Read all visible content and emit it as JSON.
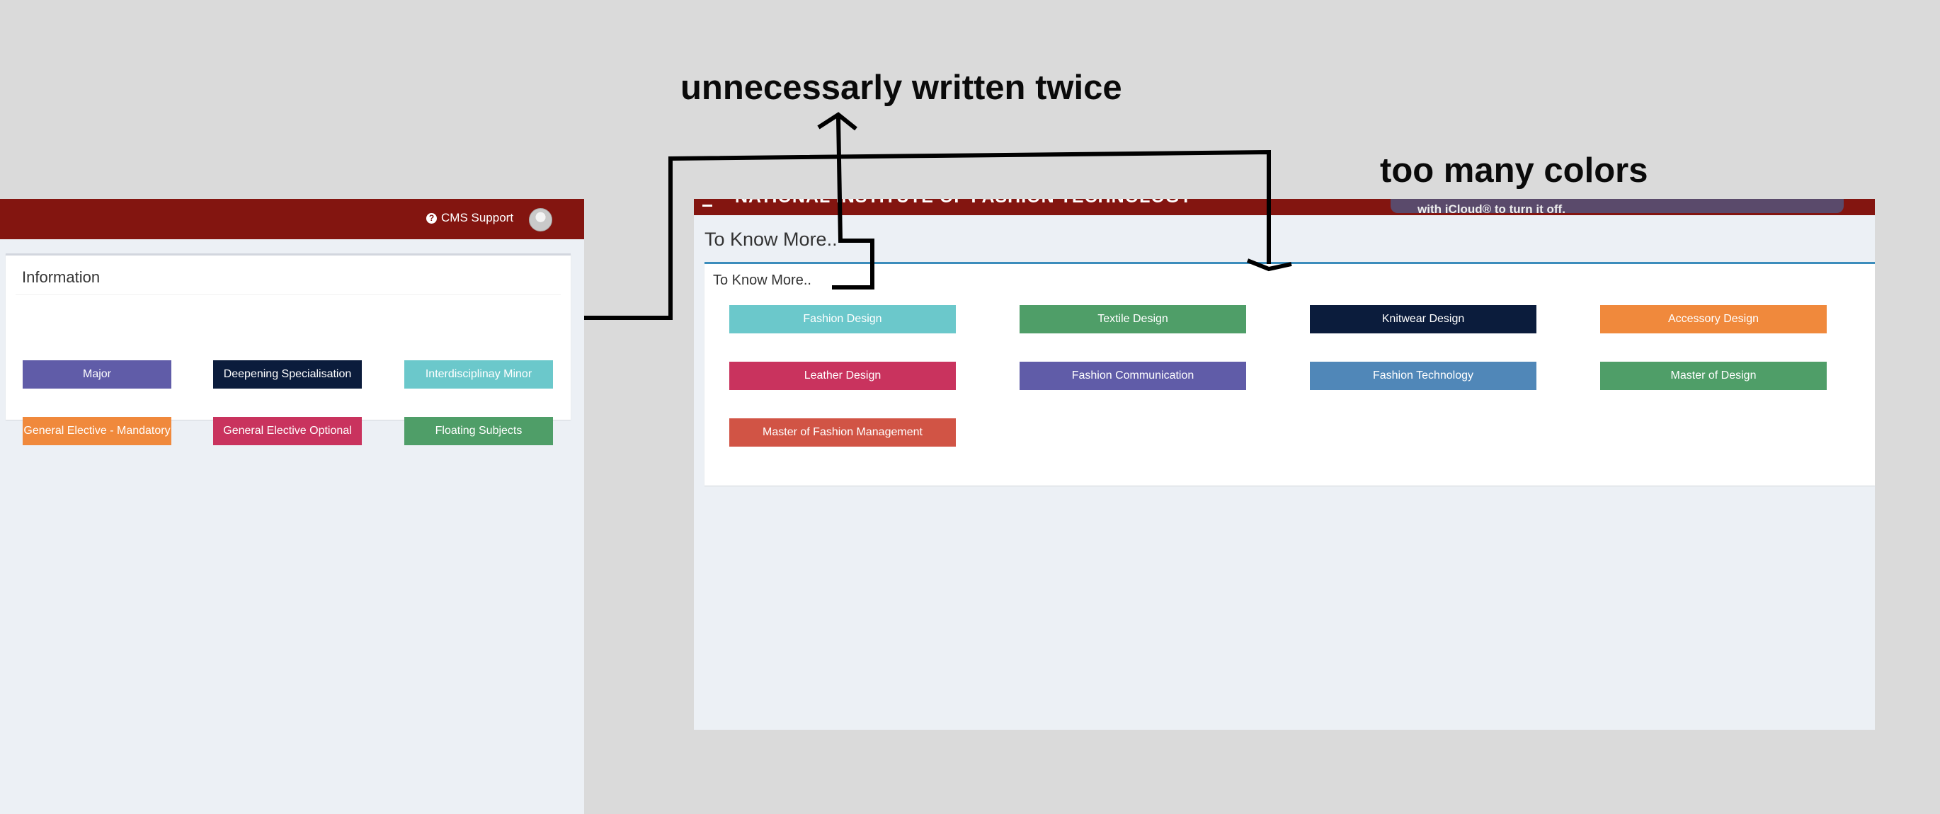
{
  "annotations": {
    "note_1": "unnecessarly written twice",
    "note_2": "too many colors"
  },
  "left_panel": {
    "header": {
      "support_label": "CMS Support",
      "support_icon": "question-circle-icon",
      "avatar_icon": "user-avatar-icon"
    },
    "info_box": {
      "title": "Information",
      "buttons": [
        {
          "label": "Major",
          "color": "#605ca8"
        },
        {
          "label": "Deepening Specialisation",
          "color": "#0b1c3c"
        },
        {
          "label": "Interdisciplinay Minor",
          "color": "#6bc8cb"
        },
        {
          "label": "General Elective - Mandatory",
          "color": "#f0893c"
        },
        {
          "label": "General Elective Optional",
          "color": "#c9335e"
        },
        {
          "label": "Floating Subjects",
          "color": "#4f9e68"
        }
      ]
    }
  },
  "right_panel": {
    "header": {
      "title": "NATIONAL INSTITUTE OF FASHION TECHNOLOGY",
      "notification_text": "with iCloud® to turn it off."
    },
    "page_title": "To Know More..",
    "box": {
      "title": "To Know More..",
      "buttons": [
        {
          "label": "Fashion Design",
          "color": "#6bc8cb"
        },
        {
          "label": "Textile Design",
          "color": "#4f9e68"
        },
        {
          "label": "Knitwear Design",
          "color": "#0b1c3c"
        },
        {
          "label": "Accessory Design",
          "color": "#f0893c"
        },
        {
          "label": "Leather Design",
          "color": "#c9335e"
        },
        {
          "label": "Fashion Communication",
          "color": "#605ca8"
        },
        {
          "label": "Fashion Technology",
          "color": "#5087b8"
        },
        {
          "label": "Master of Design",
          "color": "#4f9e68"
        },
        {
          "label": "Master of Fashion Management",
          "color": "#d15445"
        }
      ]
    }
  },
  "colors": {
    "header_bg": "#831510",
    "content_bg": "#ecf0f5",
    "outer_bg": "#dadada",
    "box_accent": "#3c8dbc"
  }
}
